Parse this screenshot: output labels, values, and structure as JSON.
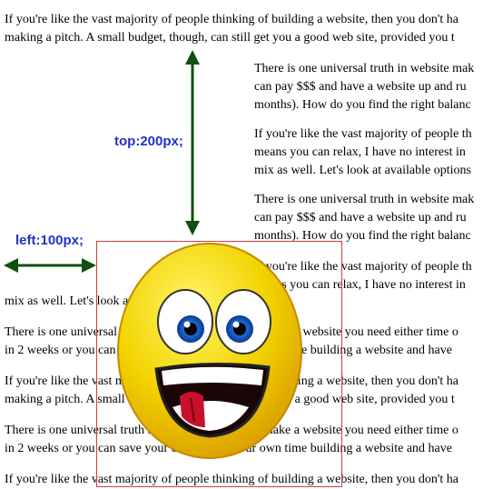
{
  "annotations": {
    "top_label": "top:200px;",
    "left_label": "left:100px;",
    "arrow_color": "#0f4f0f",
    "label_color": "#1f33c8",
    "box_color": "#d23c3c"
  },
  "text_blocks": [
    {
      "lines": [
        "If you're like the vast majority of people thinking of building a website, then you don't ha",
        "making a pitch. A small budget, though, can still get you a good web site, provided you t"
      ]
    },
    {
      "lines": [
        "There is one universal truth in website mak",
        "can pay $$$ and have a website up and ru",
        "months). How do you find the right balanc"
      ]
    },
    {
      "lines": [
        "If you're like the vast majority of people th",
        "means you can relax, I have no interest in",
        "mix as well. Let's look at available options"
      ]
    },
    {
      "lines": [
        "There is one universal truth in website mak",
        "can pay $$$ and have a website up and ru",
        "months). How do you find the right balanc"
      ]
    },
    {
      "lines": [
        "If you're like the vast majority of people th",
        "means you can relax, I have no interest in"
      ]
    },
    {
      "lines": [
        "mix as well. Let's look at available options"
      ]
    },
    {
      "lines": [
        "There is one universal truth in website making. To make a website you need either time o",
        "in 2 weeks or you can save your cash, spend your own time building a website and have"
      ]
    },
    {
      "lines": [
        "If you're like the vast majority of people thinking of building a website, then you don't ha",
        "making a pitch. A small budget, though, can still get you a good web site, provided you t"
      ]
    },
    {
      "lines": [
        "There is one universal truth in website making. To make a website you need either time o",
        "in 2 weeks or you can save your cash, spend your own time building a website and have"
      ]
    },
    {
      "lines": [
        "If you're like the vast majority of people thinking of building a website, then you don't ha"
      ]
    }
  ],
  "smiley": {
    "icon": "laughing-smiley-face",
    "face_color": "#f2d400"
  }
}
